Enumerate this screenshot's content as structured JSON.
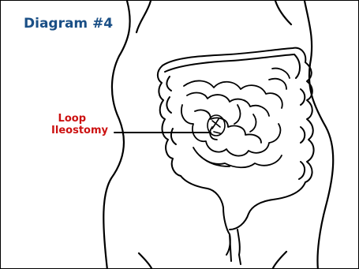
{
  "diagram": {
    "title": "Diagram #4",
    "label_lines": [
      "Loop",
      "Ileostomy"
    ],
    "colors": {
      "title": "#1a4f86",
      "label": "#cc1111",
      "line": "#000000",
      "background": "#ffffff"
    }
  }
}
